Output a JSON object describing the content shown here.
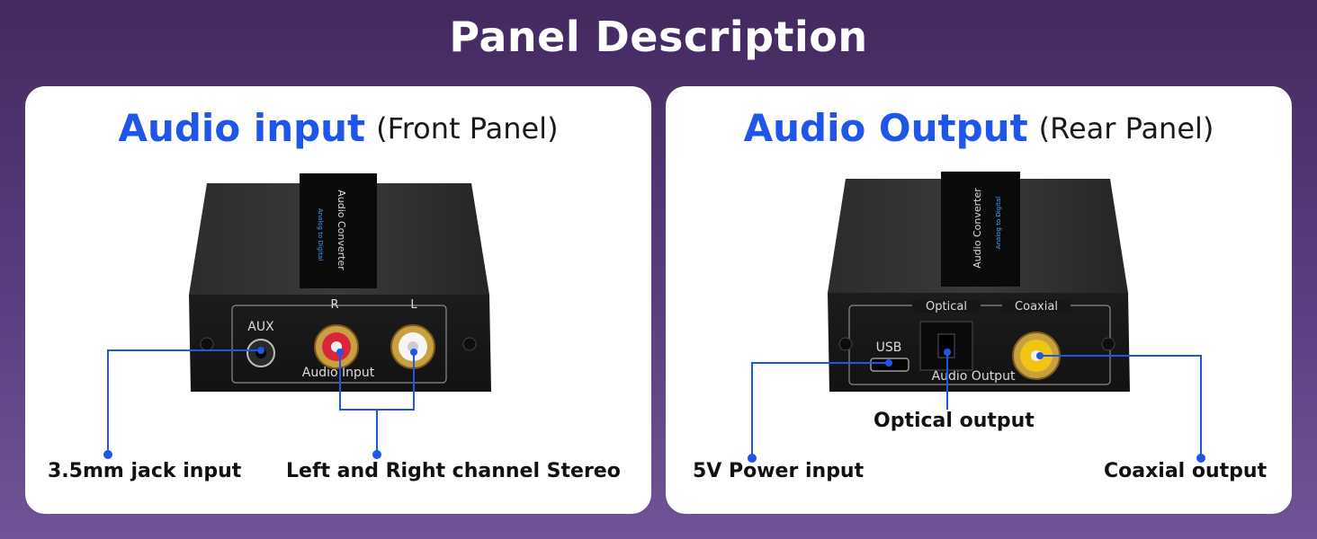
{
  "header": {
    "title": "Panel Description"
  },
  "front_panel": {
    "title": "Audio input",
    "subtitle": "(Front Panel)",
    "device": {
      "top_label": "Audio Converter",
      "top_sublabel": "Analog to Digital",
      "aux_label": "AUX",
      "right_label": "R",
      "left_label": "L",
      "rca_caption": "Audio Input"
    },
    "callouts": {
      "jack": "3.5mm jack input",
      "stereo": "Left and Right channel Stereo"
    }
  },
  "rear_panel": {
    "title": "Audio Output",
    "subtitle": "(Rear Panel)",
    "device": {
      "top_label": "Audio Converter",
      "top_sublabel": "Analog to Digital",
      "optical_label": "Optical",
      "coaxial_label": "Coaxial",
      "usb_label": "USB",
      "output_caption": "Audio Output"
    },
    "callouts": {
      "optical": "Optical output",
      "power": "5V Power input",
      "coaxial": "Coaxial output"
    }
  },
  "colors": {
    "accent": "#1f56ea",
    "callout_line": "#1f56ea",
    "background": "#4a2f6b"
  }
}
